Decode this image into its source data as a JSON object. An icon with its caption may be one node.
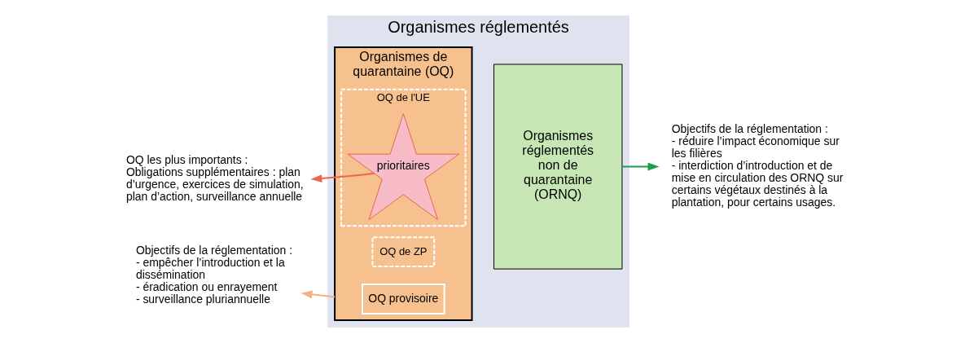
{
  "diagram": {
    "nodes": [
      {
        "text": [
          "Organismes réglementés"
        ]
      },
      {
        "text": [
          "Organismes de quarantaine (OQ)"
        ],
        "in": 0
      },
      {
        "text": [
          "OQ de l'UE"
        ],
        "in": 1
      },
      {
        "text": [
          "prioritaires"
        ],
        "in": 2
      },
      {
        "text": [
          "OQ de ZP"
        ],
        "in": 1
      },
      {
        "text": [
          "OQ provisoire"
        ],
        "in": 1
      },
      {
        "text": [
          "Organismes réglementés non de quarantaine (ORNQ)"
        ],
        "in": 0
      },
      {
        "text": [
          "Objectifs de la réglementation :",
          "- empêcher l’introduction et la dissémination",
          "- éradication ou enrayement",
          "- surveillance pluriannuelle"
        ]
      },
      {
        "text": [
          "OQ les plus importants :",
          "Obligations supplémentaires : plan d’urgence, exercices de simulation, plan d’action, surveillance annuelle"
        ]
      },
      {
        "text": [
          "Objectifs de la réglementation :",
          "- réduire l’impact économique sur les filières",
          "- interdiction d’introduction et de mise en circulation des ORNQ sur certains végétaux destinés à la plantation, pour certains usages."
        ]
      }
    ],
    "edges": [
      {
        "from": 1,
        "to": 7,
        "arrow": "to",
        "color": "#f4b183"
      },
      {
        "from": 3,
        "to": 8,
        "arrow": "to",
        "color": "#e8664a"
      },
      {
        "from": 6,
        "to": 9,
        "arrow": "to",
        "color": "#1a9e4a"
      }
    ]
  }
}
